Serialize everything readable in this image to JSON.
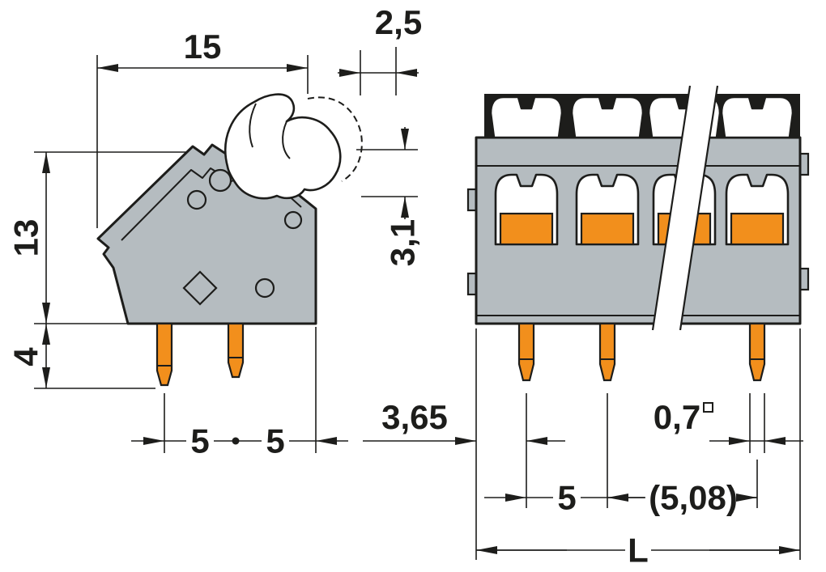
{
  "side_view": {
    "width_mm": "15",
    "lever_offset_mm": "2,5",
    "height_mm": "13",
    "lever_height_mm": "3,1",
    "pin_length_mm": "4",
    "pin_spacing_left_mm": "5",
    "pin_spacing_right_mm": "5"
  },
  "front_view": {
    "edge_to_first_pin_mm": "3,65",
    "pin_cross_section_mm": "0,7",
    "pin_cross_section_symbol": "□",
    "pitch_mm": "5",
    "pitch_alt_mm": "(5,08)",
    "overall_length": "L"
  },
  "colors": {
    "housing_gray": "#b5bcc0",
    "accent_orange": "#f28f1c",
    "line_black": "#1d1d1b",
    "background": "#ffffff"
  }
}
